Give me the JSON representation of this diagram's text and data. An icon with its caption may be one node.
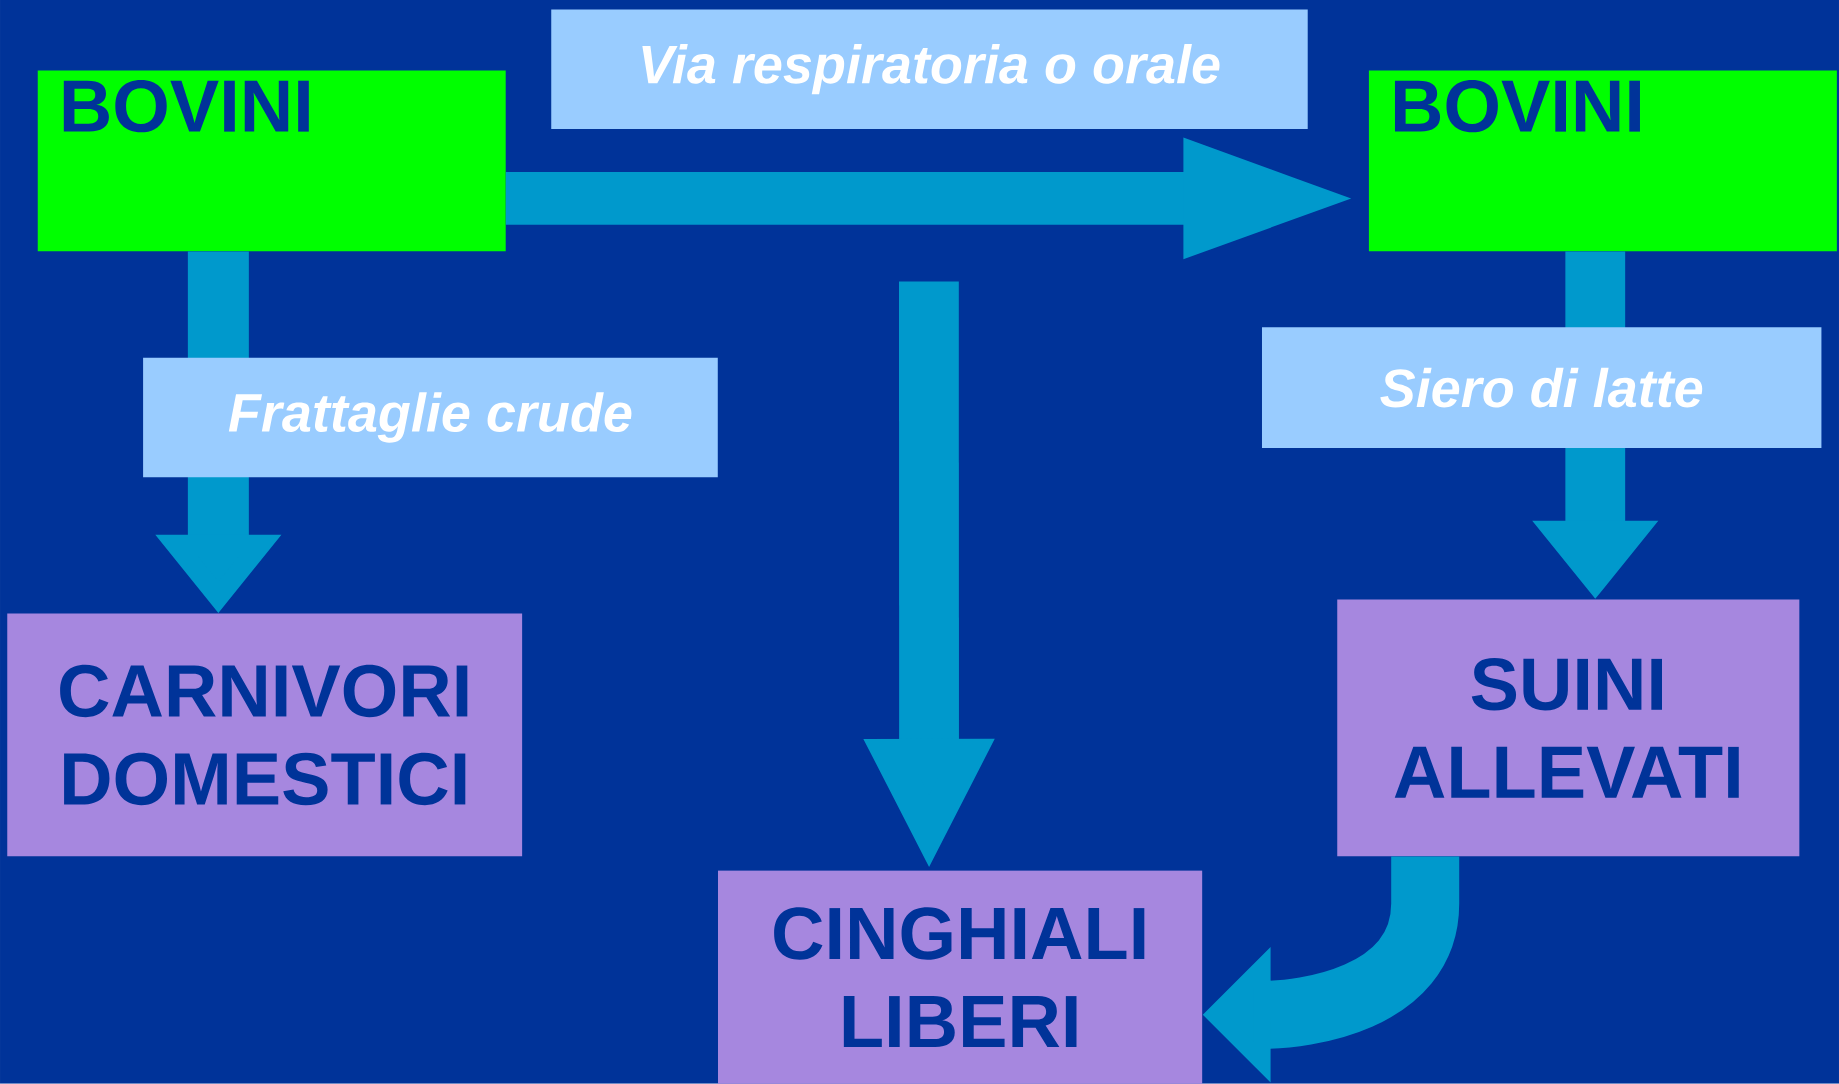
{
  "diagram": {
    "nodes": [
      {
        "text": [
          "BOVINI"
        ]
      },
      {
        "text": [
          "BOVINI"
        ]
      },
      {
        "text": [
          "CARNIVORI DOMESTICI"
        ]
      },
      {
        "text": [
          "SUINI ALLEVATI"
        ]
      },
      {
        "text": [
          "CINGHIALI LIBERI"
        ]
      }
    ],
    "edges": [
      {
        "from": 0,
        "to": 1,
        "arrow": "to",
        "label": "Via respiratoria o orale"
      },
      {
        "from": 0,
        "to": 2,
        "arrow": "to",
        "label": "Frattaglie crude"
      },
      {
        "from": null,
        "to": 4,
        "arrow": "to"
      },
      {
        "from": 1,
        "to": 3,
        "arrow": "to",
        "label": "Siero di latte"
      },
      {
        "from": 3,
        "to": 4,
        "arrow": "to"
      }
    ]
  }
}
